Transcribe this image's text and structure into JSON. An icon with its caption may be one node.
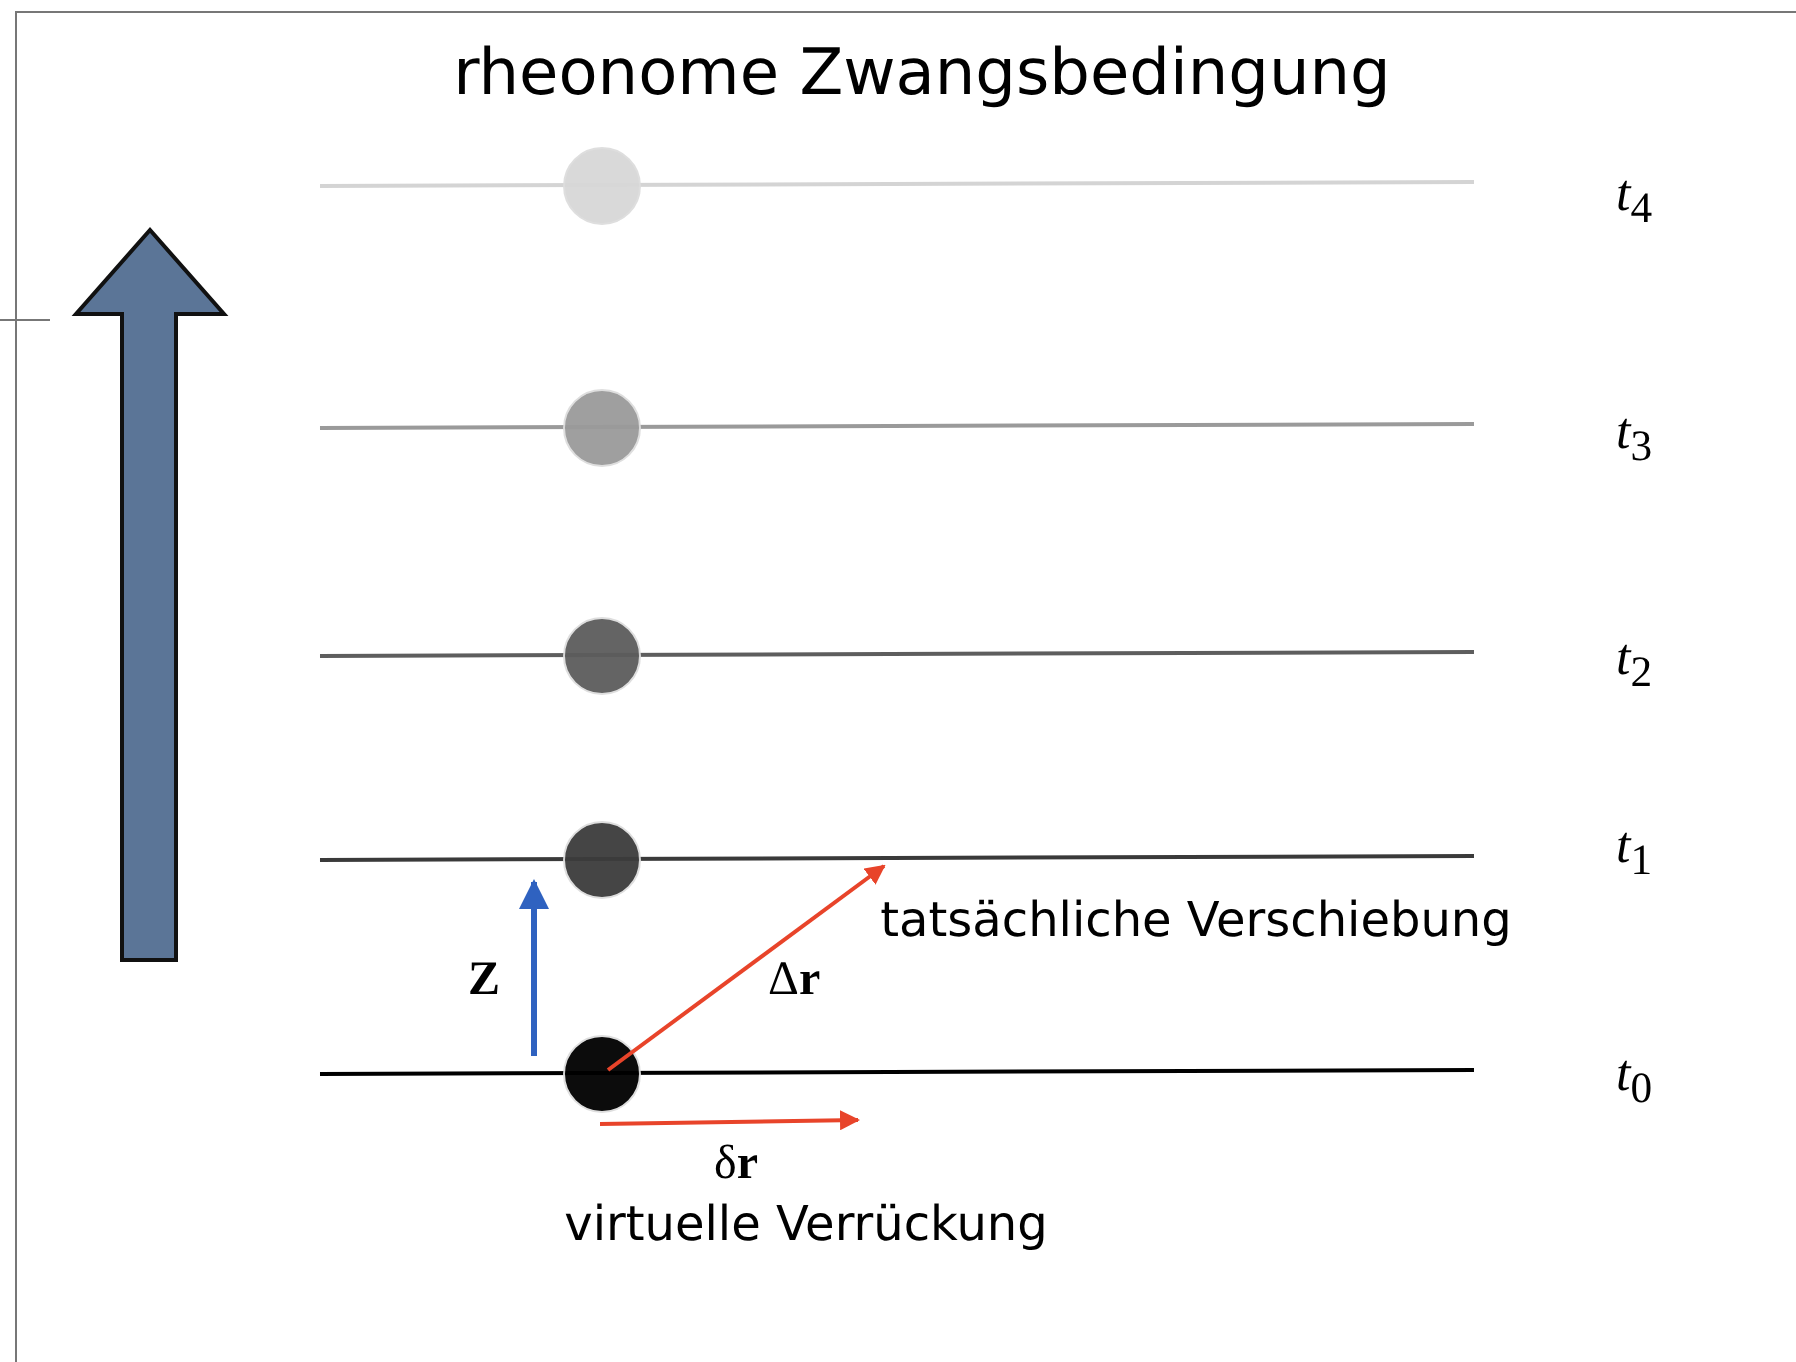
{
  "diagram": {
    "title": "rheonome Zwangsbedingung",
    "labels": [
      "*t*$_{4}$",
      "*t*$_{3}$",
      "*t*$_{2}$",
      "*t*$_{1}$",
      "tatsächliche Verschiebung",
      "Z",
      "Δ**r**",
      "*t*$_{0}$",
      "δ**r**",
      "virtuelle Verrückung"
    ]
  }
}
